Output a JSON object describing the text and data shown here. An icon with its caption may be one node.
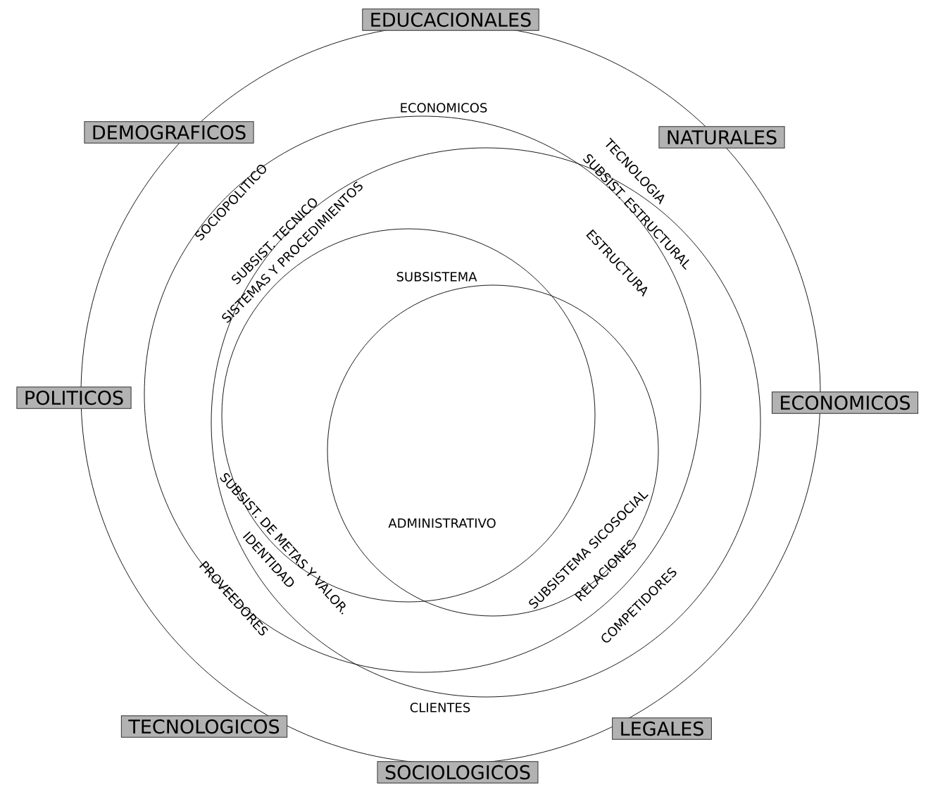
{
  "diagram": {
    "nodes": [
      {
        "text": [
          "EDUCACIONALES"
        ]
      },
      {
        "text": [
          "DEMOGRAFICOS"
        ]
      },
      {
        "text": [
          "NATURALES"
        ]
      },
      {
        "text": [
          "POLITICOS"
        ]
      },
      {
        "text": [
          "ECONOMICOS"
        ]
      },
      {
        "text": [
          "TECNOLOGICOS"
        ]
      },
      {
        "text": [
          "LEGALES"
        ]
      },
      {
        "text": [
          "SOCIOLOGICOS"
        ]
      }
    ],
    "labels": [
      "ECONOMICOS",
      "SOCIOPOLITICO",
      "SUBSIST. TECNICO",
      "SISTEMAS Y PROCEDIMIENTOS",
      "TECNOLOGIA",
      "SUBSIST. ESTRUCTURAL",
      "ESTRUCTURA",
      "SUBSISTEMA",
      "ADMINISTRATIVO",
      "SUBSIST. DE METAS Y VALOR.",
      "IDENTIDAD",
      "PROVEEDORES",
      "SUBSISTEMA SICOSOCIAL",
      "RELACIONES",
      "COMPETIDORES",
      "CLIENTES"
    ]
  }
}
